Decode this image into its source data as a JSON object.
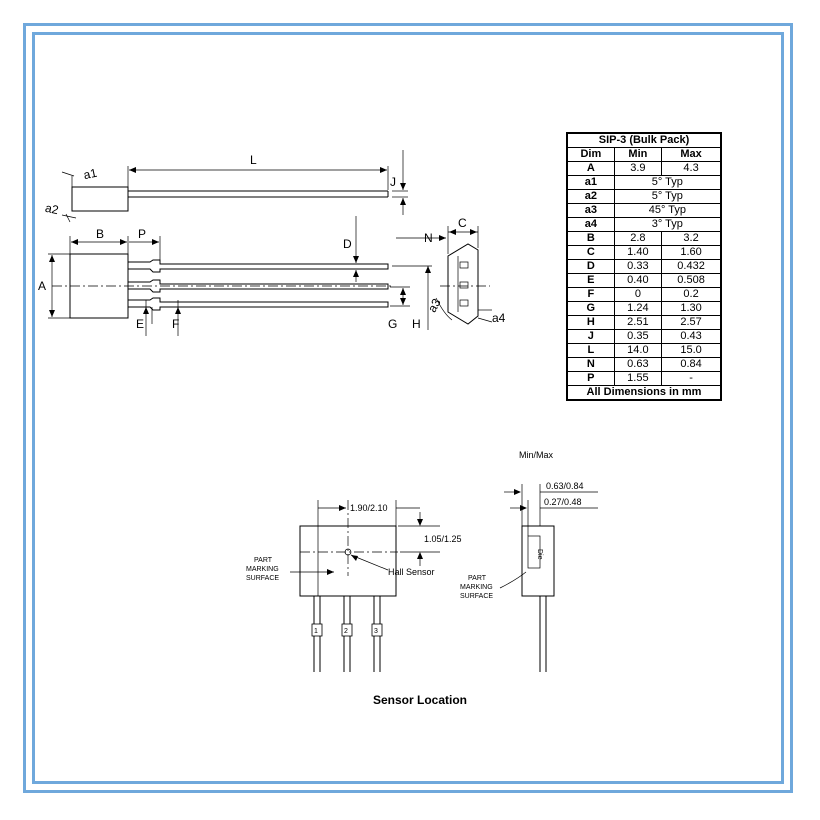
{
  "top_drawing": {
    "labels": {
      "L": "L",
      "a1": "a1",
      "a2": "a2",
      "J": "J",
      "B": "B",
      "P": "P",
      "D": "D",
      "N": "N",
      "C": "C",
      "A": "A",
      "E": "E",
      "F": "F",
      "G": "G",
      "H": "H",
      "a3": "a3",
      "a4": "a4"
    }
  },
  "dim_table": {
    "title": "SIP-3 (Bulk Pack)",
    "headers": [
      "Dim",
      "Min",
      "Max"
    ],
    "rows": [
      {
        "dim": "A",
        "min": "3.9",
        "max": "4.3"
      },
      {
        "dim": "a1",
        "typ": "5° Typ"
      },
      {
        "dim": "a2",
        "typ": "5° Typ"
      },
      {
        "dim": "a3",
        "typ": "45° Typ"
      },
      {
        "dim": "a4",
        "typ": "3° Typ"
      },
      {
        "dim": "B",
        "min": "2.8",
        "max": "3.2"
      },
      {
        "dim": "C",
        "min": "1.40",
        "max": "1.60"
      },
      {
        "dim": "D",
        "min": "0.33",
        "max": "0.432"
      },
      {
        "dim": "E",
        "min": "0.40",
        "max": "0.508"
      },
      {
        "dim": "F",
        "min": "0",
        "max": "0.2"
      },
      {
        "dim": "G",
        "min": "1.24",
        "max": "1.30"
      },
      {
        "dim": "H",
        "min": "2.51",
        "max": "2.57"
      },
      {
        "dim": "J",
        "min": "0.35",
        "max": "0.43"
      },
      {
        "dim": "L",
        "min": "14.0",
        "max": "15.0"
      },
      {
        "dim": "N",
        "min": "0.63",
        "max": "0.84"
      },
      {
        "dim": "P",
        "min": "1.55",
        "max": "-"
      }
    ],
    "footer": "All Dimensions in mm"
  },
  "sensor_drawing": {
    "minmax_label": "Min/Max",
    "dim_x": "1.90/2.10",
    "dim_y": "1.05/1.25",
    "hall_sensor": "Hall Sensor",
    "part_marking_1": "PART",
    "part_marking_2": "MARKING",
    "part_marking_3": "SURFACE",
    "side_dim_1": "0.63/0.84",
    "side_dim_2": "0.27/0.48",
    "side_text": "Die",
    "pins": [
      "1",
      "2",
      "3"
    ],
    "caption": "Sensor Location"
  }
}
